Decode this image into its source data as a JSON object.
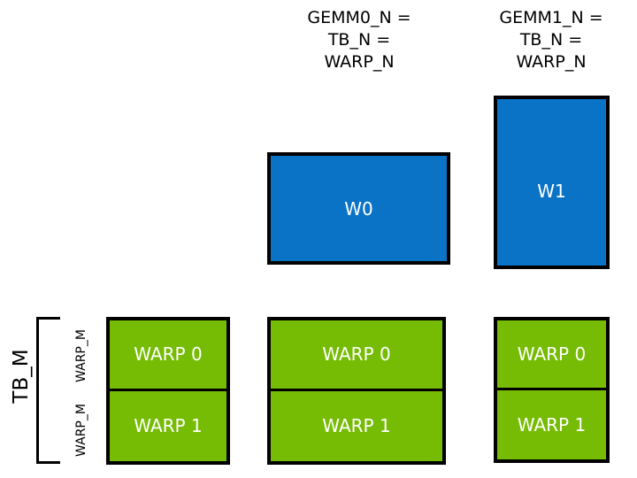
{
  "diagram": {
    "title_captions": [
      {
        "id": "gemm0",
        "text": "GEMM0_N =\nTB_N =\nWARP_N"
      },
      {
        "id": "gemm1",
        "text": "GEMM1_N =\nTB_N =\nWARP_N"
      }
    ],
    "warp_blocks": [
      {
        "id": "w0",
        "label": "W0",
        "color": "#0b73c6"
      },
      {
        "id": "w1",
        "label": "W1",
        "color": "#0b73c6"
      }
    ],
    "warp_columns": [
      {
        "id": "col0",
        "cells": [
          {
            "label": "WARP 0"
          },
          {
            "label": "WARP 1"
          }
        ]
      },
      {
        "id": "col1",
        "cells": [
          {
            "label": "WARP 0"
          },
          {
            "label": "WARP 1"
          }
        ]
      },
      {
        "id": "col2",
        "cells": [
          {
            "label": "WARP 0"
          },
          {
            "label": "WARP 1"
          }
        ]
      }
    ],
    "axis_labels": {
      "tb_m": "TB_M",
      "warp_m_upper": "WARP_M",
      "warp_m_lower": "WARP_M"
    },
    "colors": {
      "blue_block": "#0b73c6",
      "green_block": "#76bc04",
      "outline": "#000000",
      "block_text": "#ffffff",
      "label_text": "#000000",
      "background": "#ffffff"
    }
  }
}
